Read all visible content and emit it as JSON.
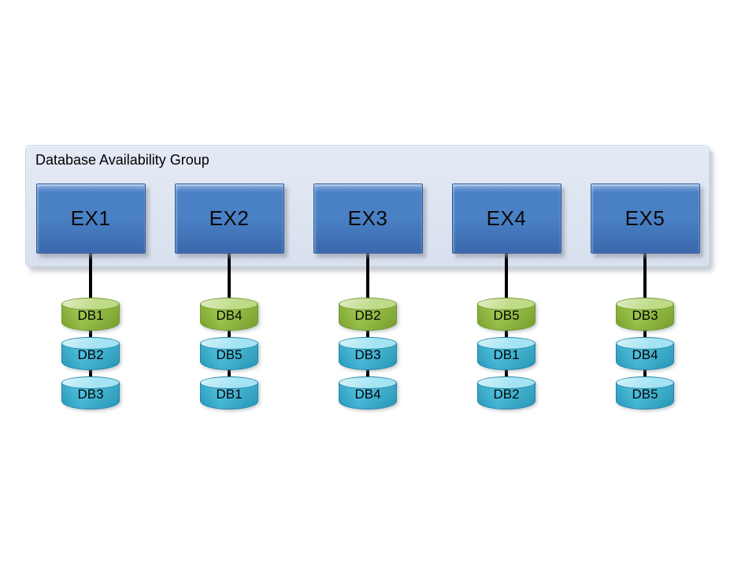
{
  "title": "Database Availability Group",
  "colors": {
    "container_bg_top": "#e4eaf5",
    "container_bg_bottom": "#d8e0ee",
    "container_border": "#c9d4e8",
    "title_color": "#000000",
    "server_top": "#8ab0e0",
    "server_mid": "#4a80c4",
    "server_bottom": "#3a68ac",
    "server_border": "#2d5a9b",
    "db_green_top": "#bcd982",
    "db_green_body": "#9dc843",
    "db_green_dark": "#86b233",
    "db_green_border": "#6f9a2a",
    "db_blue_top": "#9fe2f2",
    "db_blue_body": "#45c0e0",
    "db_blue_dark": "#2ba9cd",
    "db_blue_border": "#1f86a8",
    "connector": "#000000"
  },
  "servers": [
    {
      "name": "EX1",
      "databases": [
        {
          "label": "DB1",
          "color": "green"
        },
        {
          "label": "DB2",
          "color": "blue"
        },
        {
          "label": "DB3",
          "color": "blue"
        }
      ]
    },
    {
      "name": "EX2",
      "databases": [
        {
          "label": "DB4",
          "color": "green"
        },
        {
          "label": "DB5",
          "color": "blue"
        },
        {
          "label": "DB1",
          "color": "blue"
        }
      ]
    },
    {
      "name": "EX3",
      "databases": [
        {
          "label": "DB2",
          "color": "green"
        },
        {
          "label": "DB3",
          "color": "blue"
        },
        {
          "label": "DB4",
          "color": "blue"
        }
      ]
    },
    {
      "name": "EX4",
      "databases": [
        {
          "label": "DB5",
          "color": "green"
        },
        {
          "label": "DB1",
          "color": "blue"
        },
        {
          "label": "DB2",
          "color": "blue"
        }
      ]
    },
    {
      "name": "EX5",
      "databases": [
        {
          "label": "DB3",
          "color": "green"
        },
        {
          "label": "DB4",
          "color": "blue"
        },
        {
          "label": "DB5",
          "color": "blue"
        }
      ]
    }
  ]
}
